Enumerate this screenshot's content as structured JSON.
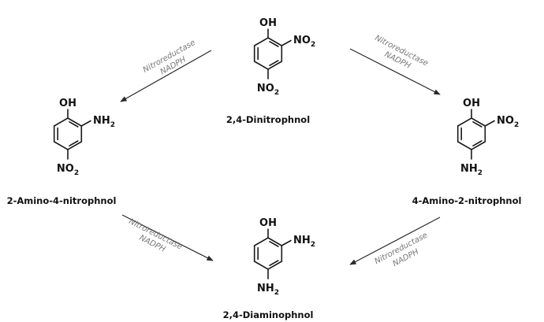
{
  "molecules": {
    "dnp": {
      "name": "2,4-Dinitrophnol",
      "oh": "OH",
      "r2": "NO",
      "r2_sub": "2",
      "r4": "NO",
      "r4_sub": "2"
    },
    "a4np": {
      "name": "2-Amino-4-nitrophnol",
      "oh": "OH",
      "r2": "NH",
      "r2_sub": "2",
      "r4": "NO",
      "r4_sub": "2"
    },
    "a2np": {
      "name": "4-Amino-2-nitrophnol",
      "oh": "OH",
      "r2": "NO",
      "r2_sub": "2",
      "r4": "NH",
      "r4_sub": "2"
    },
    "dap": {
      "name": "2,4-Diaminophnol",
      "oh": "OH",
      "r2": "NH",
      "r2_sub": "2",
      "r4": "NH",
      "r4_sub": "2"
    }
  },
  "reactions": {
    "top_left": {
      "enzyme": "Nitroreductase",
      "cofactor": "NADPH"
    },
    "top_right": {
      "enzyme": "Nitroreductase",
      "cofactor": "NADPH"
    },
    "bottom_left": {
      "enzyme": "Nitroreductase",
      "cofactor": "NADPH"
    },
    "bottom_right": {
      "enzyme": "Nitroreductase",
      "cofactor": "NADPH"
    }
  }
}
